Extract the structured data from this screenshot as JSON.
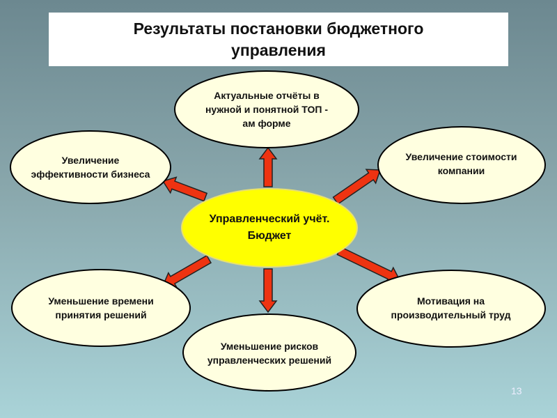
{
  "title": "Результаты постановки бюджетного управления",
  "center_node": "Управленческий учёт. Бюджет",
  "nodes": {
    "top": "Актуальные отчёты в нужной и понятной ТОП - ам форме",
    "left": "Увеличение эффективности бизнеса",
    "right": "Увеличение стоимости компании",
    "bottom_left": "Уменьшение времени принятия решений",
    "bottom": "Уменьшение рисков управленческих решений",
    "bottom_right": "Мотивация на производительный труд"
  },
  "page_number": "13",
  "colors": {
    "center": "#ffff00",
    "node": "#ffffe0",
    "arrow": "#ee3311"
  }
}
